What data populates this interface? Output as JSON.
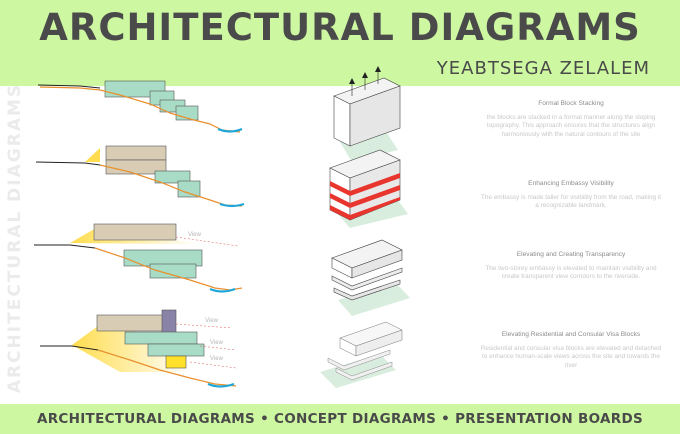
{
  "header": {
    "title": "ARCHITECTURAL DIAGRAMS",
    "author": "YEABTSEGA ZELALEM"
  },
  "side_label": "ARCHITECTURAL DIAGRAMS",
  "footer": "ARCHITECTURAL DIAGRAMS • CONCEPT DIAGRAMS • PRESENTATION BOARDS",
  "colors": {
    "accent_green": "#cdf7a0",
    "block_green": "#a9dcc6",
    "block_tan": "#d8ccb4",
    "highlight_red": "#e8352e",
    "water_blue": "#1ea7d8",
    "ground_orange": "#e8902e"
  },
  "sections": [
    {
      "annotations": []
    },
    {
      "annotations": []
    },
    {
      "annotations": [
        "View"
      ]
    },
    {
      "annotations": [
        "View",
        "View",
        "View"
      ]
    }
  ],
  "descriptions": [
    {
      "title": "Formal Block Stacking",
      "body": "the blocks are stacked in a formal manner along the sloping topography. This approach ensures that the structures align harmoniously with the natural contours of the site"
    },
    {
      "title": "Enhancing Embassy Visibility",
      "body": "The embassy is made taller for visibility from the road, making it a recognizable landmark."
    },
    {
      "title": "Elevating and Creating Transparency",
      "body": "The two-storey embassy is elevated to maintain visibility and create transparent view corridors to the riverside."
    },
    {
      "title": "Elevating Residential and Consular Visa Blocks",
      "body": "Residential and consular visa blocks are elevated and detached to enhance human-scale views across the site and towards the river"
    }
  ]
}
